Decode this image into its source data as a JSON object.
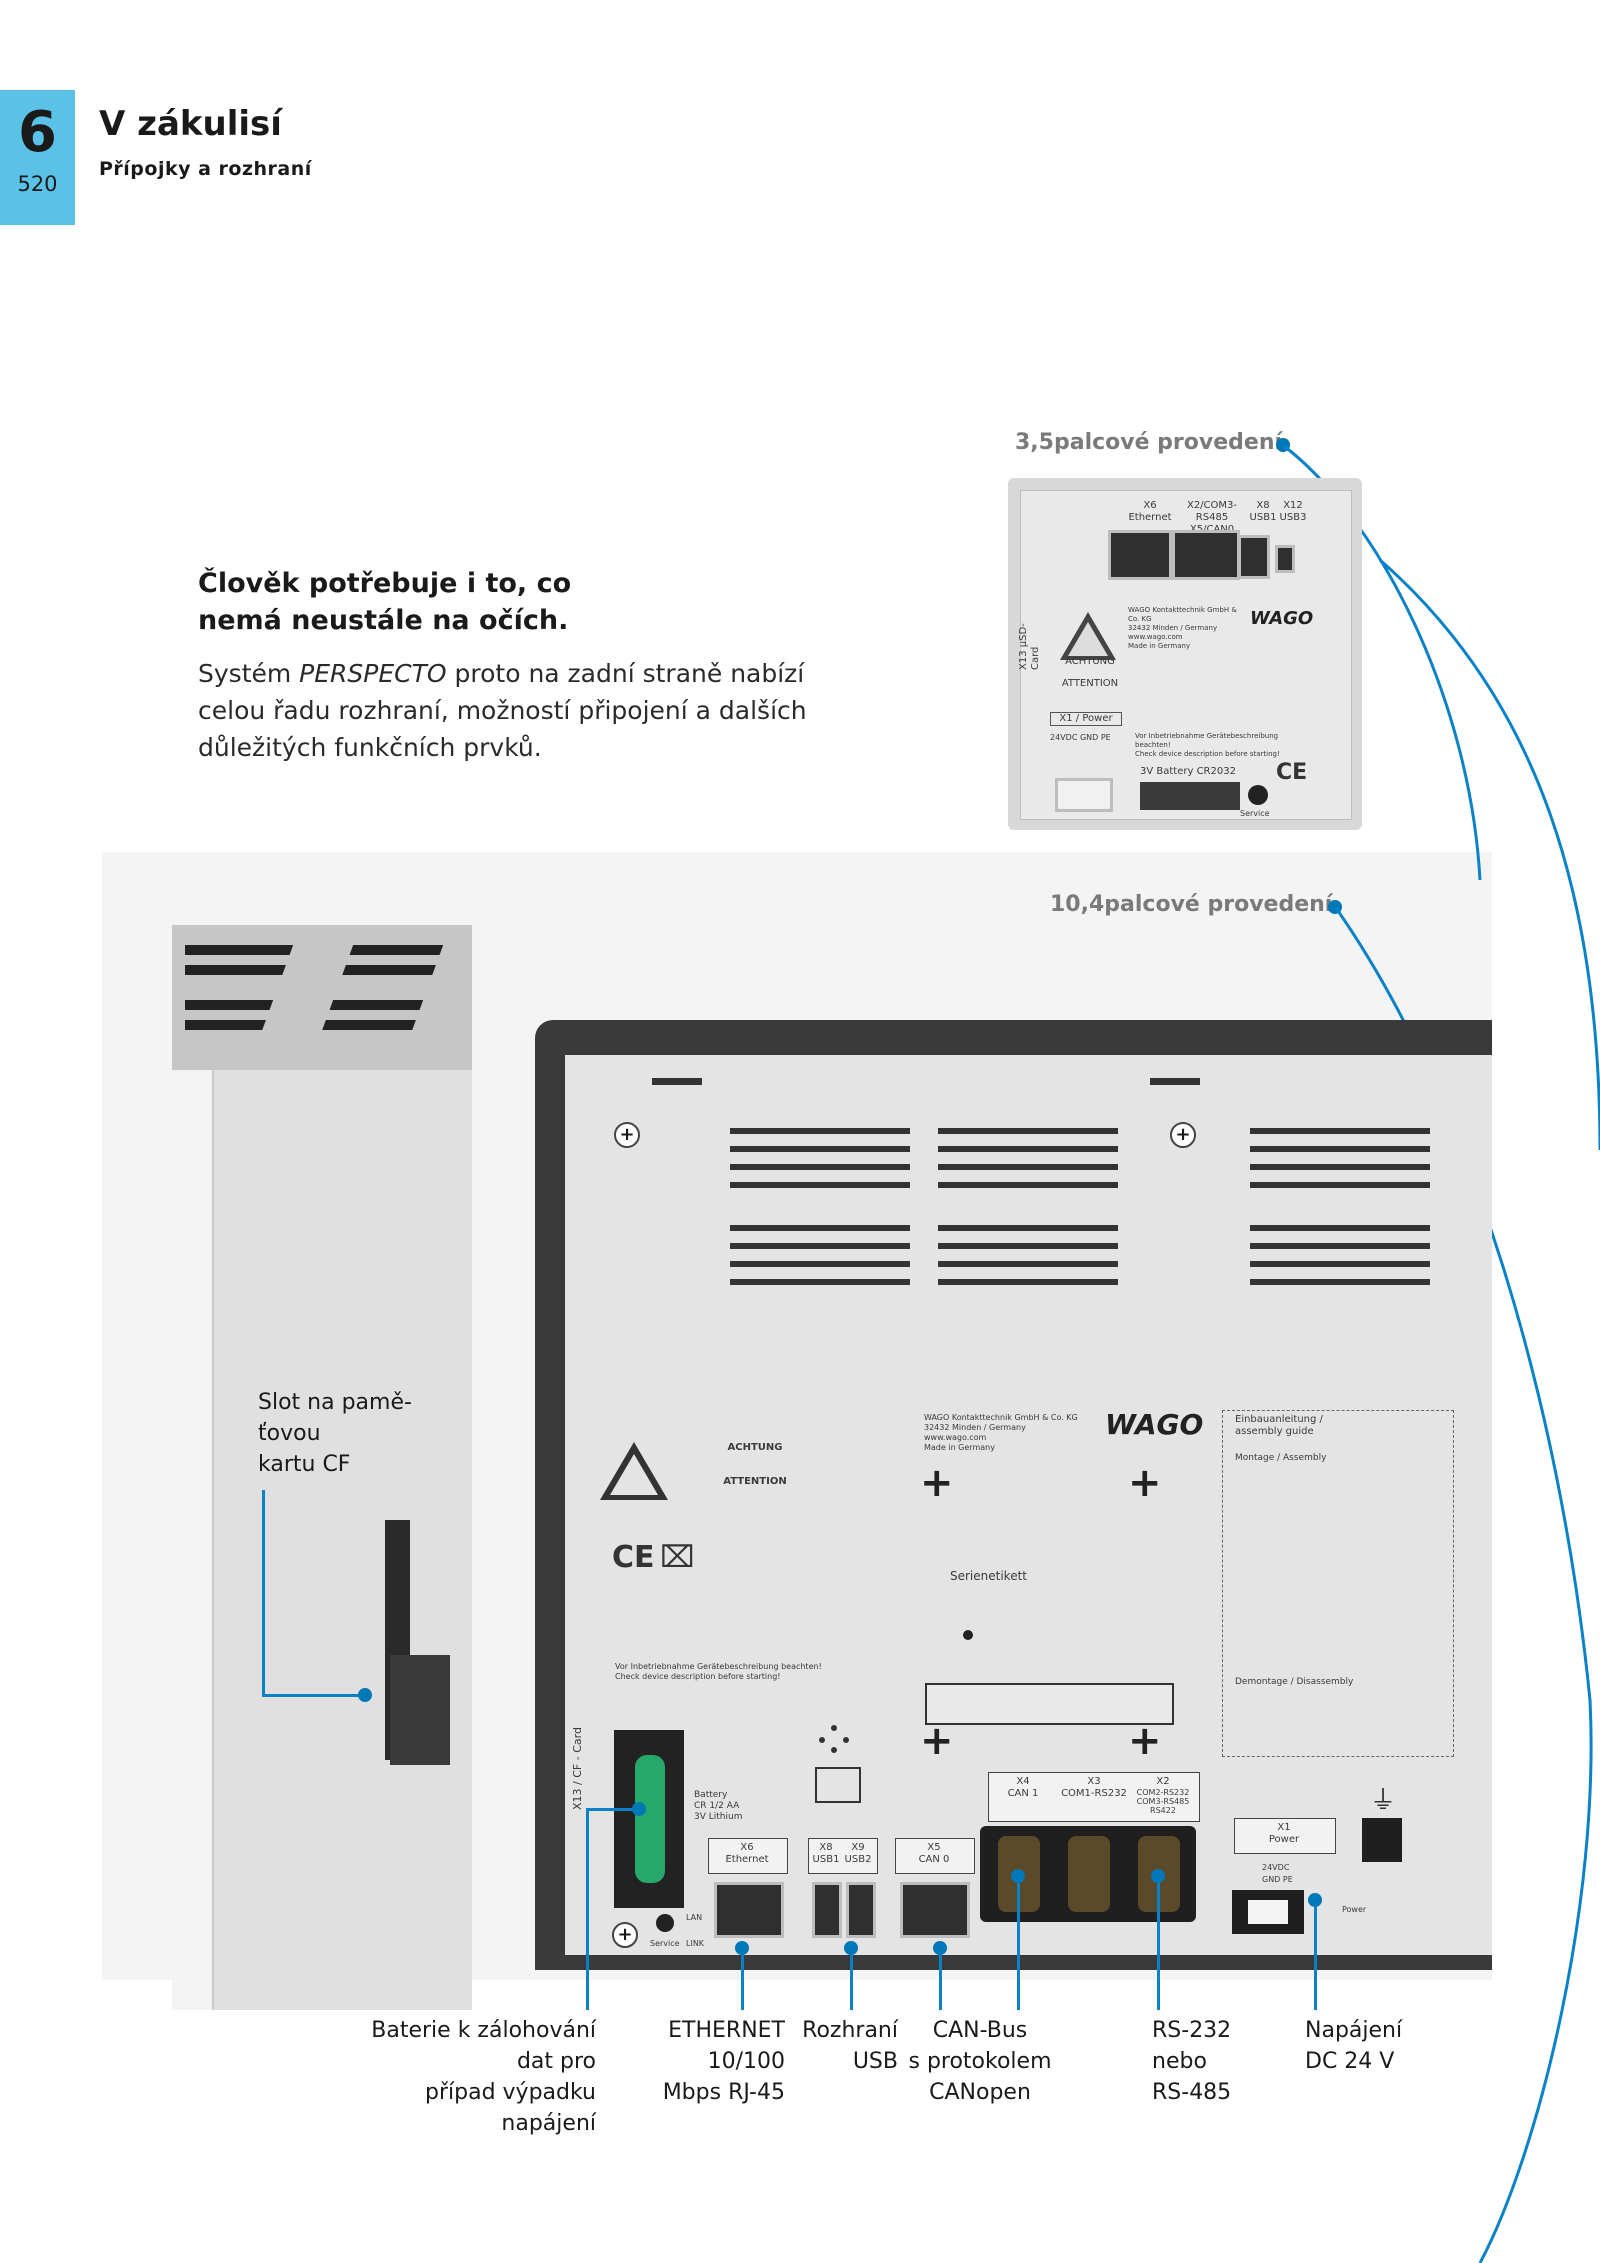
{
  "header": {
    "chapter_number": "6",
    "page_number": "520",
    "title": "V zákulisí",
    "subtitle": "Přípojky a rozhraní"
  },
  "intro": {
    "heading_line1": "Člověk potřebuje i to, co",
    "heading_line2": "nemá neustále na očích.",
    "body_prefix": "Systém ",
    "body_brand": "PERSPECTO",
    "body_line1_rest": " proto na zadní straně nabízí",
    "body_line2": "celou řadu rozhraní, možností připojení a dalších",
    "body_line3": "důležitých funkčních prvků."
  },
  "variants": {
    "small": "3,5palcové provedení",
    "large": "10,4palcové provedení"
  },
  "callouts": {
    "slot": [
      "Slot na pamě-",
      "ťovou",
      "kartu CF"
    ],
    "battery": [
      "Baterie k zálohování",
      "dat pro",
      "případ výpadku",
      "napájení"
    ],
    "ethernet": [
      "ETHERNET",
      "10/100",
      "Mbps RJ-45"
    ],
    "usb": [
      "Rozhraní",
      "USB"
    ],
    "canbus": [
      "CAN-Bus",
      "s protokolem",
      "CANopen"
    ],
    "rs": [
      "RS-232",
      "nebo",
      "RS-485"
    ],
    "power": [
      "Napájení",
      "DC 24 V"
    ]
  },
  "device_small": {
    "x6": "X6",
    "ethernet": "Ethernet",
    "x2": "X2/COM3-RS485",
    "x5": "X5/CAN0",
    "x8": "X8",
    "usb1": "USB1",
    "x12": "X12",
    "usb3": "USB3",
    "x13": "X13 µSD-Card",
    "achtung": "ACHTUNG",
    "attention": "ATTENTION",
    "x1_power": "X1 / Power",
    "pins": "24VDC GND PE",
    "battery": "3V Battery CR2032",
    "service": "Service",
    "wago_addr": "WAGO Kontakttechnik GmbH & Co. KG\n32432 Minden / Germany\nwww.wago.com\nMade in Germany",
    "note": "Vor Inbetriebnahme Gerätebeschreibung beachten!\nCheck device description before starting!"
  },
  "device_large": {
    "achtung": "ACHTUNG",
    "attention": "ATTENTION",
    "x13": "X13 / CF - Card",
    "note": "Vor Inbetriebnahme Gerätebeschreibung beachten!\nCheck device description before starting!",
    "wago_addr": "WAGO Kontakttechnik GmbH & Co. KG\n32432 Minden / Germany\nwww.wago.com\nMade in Germany",
    "serienetikett": "Serienetikett",
    "assembly_title": "Einbauanleitung /\nassembly guide",
    "montage": "Montage / Assembly",
    "demontage": "Demontage / Disassembly",
    "battery": "Battery\nCR 1/2 AA\n3V Lithium",
    "x6": "X6",
    "ethernet": "Ethernet",
    "x8": "X8",
    "x9": "X9",
    "usb1": "USB1",
    "usb2": "USB2",
    "x5": "X5",
    "can0": "CAN 0",
    "x4": "X4",
    "can1": "CAN 1",
    "x3": "X3",
    "com1": "COM1-RS232",
    "x2": "X2",
    "com2": "COM2-RS232\nCOM3-RS485\nRS422",
    "x1": "X1",
    "power": "Power",
    "pins": "24VDC GND PE",
    "power_led": "Power",
    "service": "Service",
    "lan": "LAN",
    "link": "LINK",
    "wago": "WAGO"
  },
  "colors": {
    "accent": "#5bc2e7",
    "line": "#0a82c8"
  }
}
